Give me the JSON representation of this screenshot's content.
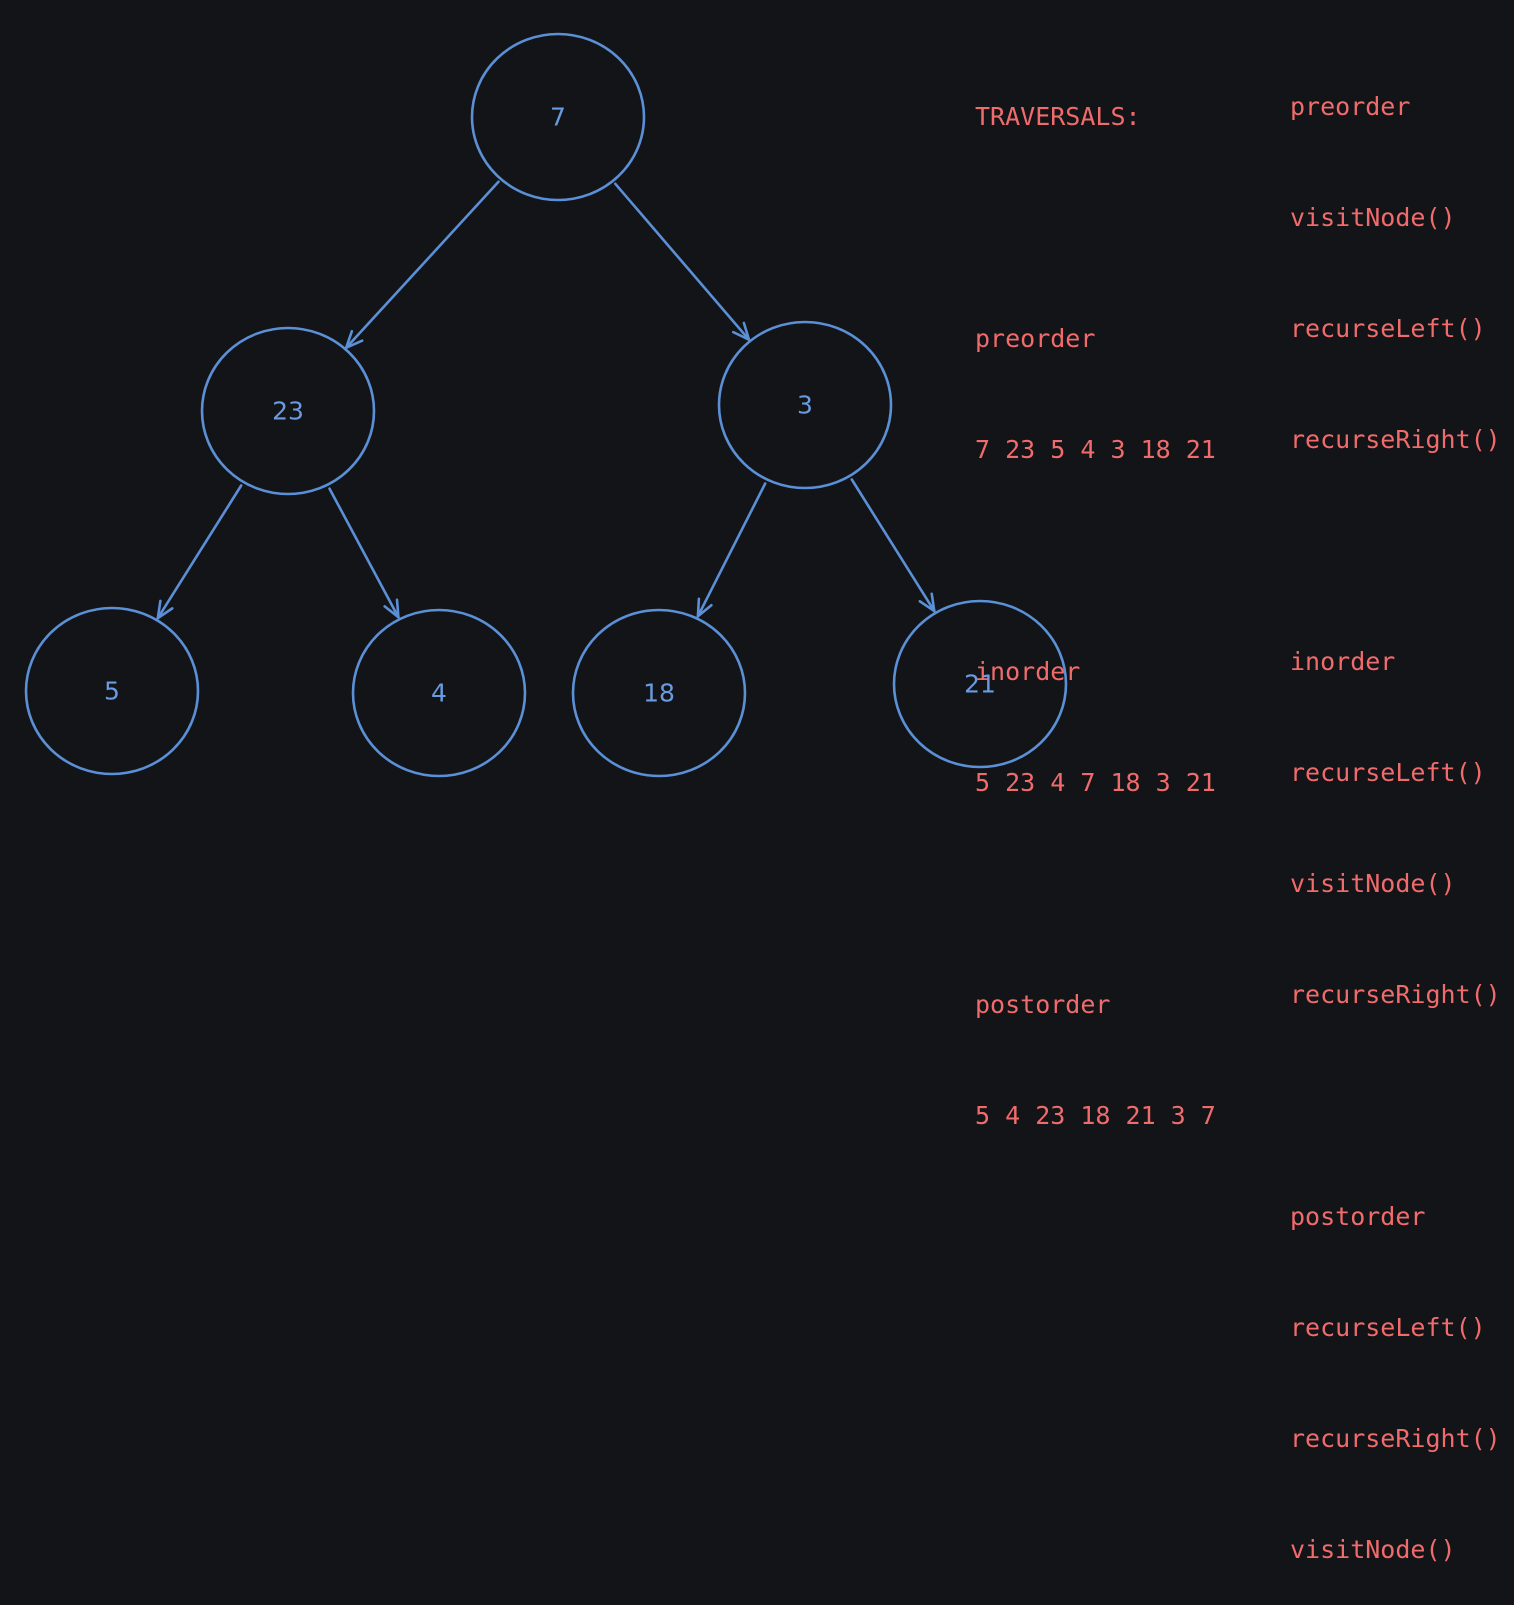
{
  "tree": {
    "nodes": [
      {
        "id": "n7",
        "label": "7"
      },
      {
        "id": "n23",
        "label": "23"
      },
      {
        "id": "n3",
        "label": "3"
      },
      {
        "id": "n5",
        "label": "5"
      },
      {
        "id": "n4",
        "label": "4"
      },
      {
        "id": "n18",
        "label": "18"
      },
      {
        "id": "n21",
        "label": "21"
      }
    ],
    "edges": [
      {
        "from": "n7",
        "to": "n23"
      },
      {
        "from": "n7",
        "to": "n3"
      },
      {
        "from": "n23",
        "to": "n5"
      },
      {
        "from": "n23",
        "to": "n4"
      },
      {
        "from": "n3",
        "to": "n18"
      },
      {
        "from": "n3",
        "to": "n21"
      }
    ]
  },
  "results": {
    "title": "TRAVERSALS:",
    "preorder_label": "preorder",
    "preorder_sequence": "7 23 5 4 3 18 21",
    "inorder_label": "inorder",
    "inorder_sequence": "5 23 4 7 18 3 21",
    "postorder_label": "postorder",
    "postorder_sequence": "5 4 23 18 21 3 7"
  },
  "algorithms": {
    "preorder": {
      "label": "preorder",
      "steps": [
        "visitNode()",
        "recurseLeft()",
        "recurseRight()"
      ]
    },
    "inorder": {
      "label": "inorder",
      "steps": [
        "recurseLeft()",
        "visitNode()",
        "recurseRight()"
      ]
    },
    "postorder": {
      "label": "postorder",
      "steps": [
        "recurseLeft()",
        "recurseRight()",
        "visitNode()"
      ]
    }
  },
  "colors": {
    "background": "#121418",
    "tree": "#5b8fd6",
    "notes": "#f06b6b"
  }
}
